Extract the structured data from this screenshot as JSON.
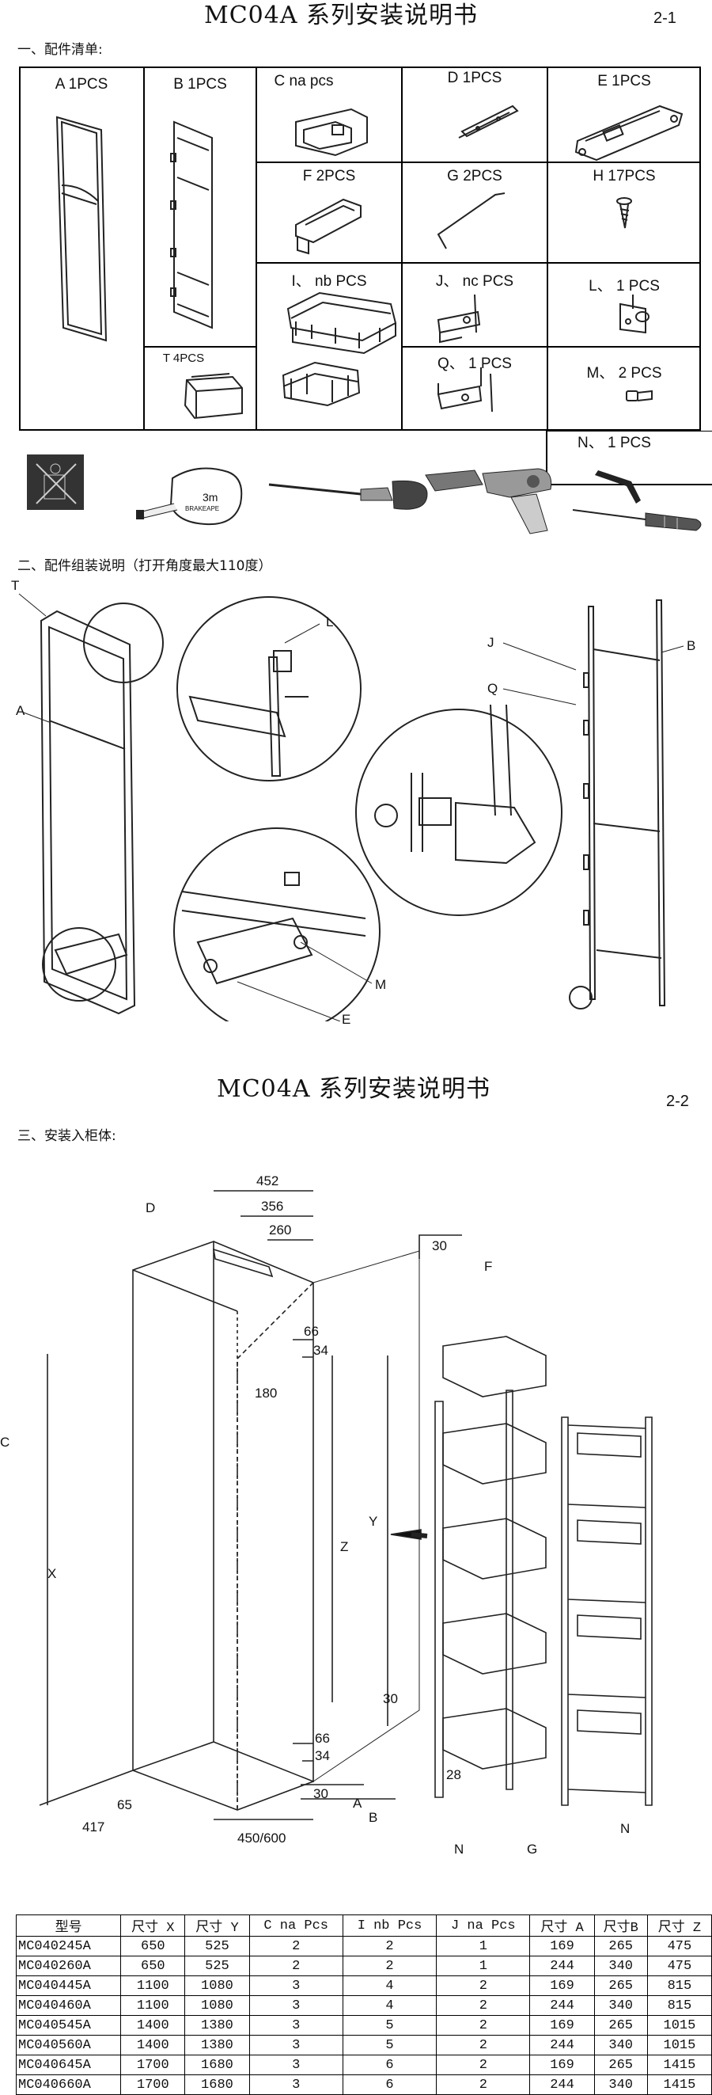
{
  "page1": {
    "title": "MC04A 系列安装说明书",
    "page_no": "2-1",
    "section1": "一、配件清单:",
    "parts": {
      "A": "A 1PCS",
      "B": "B 1PCS",
      "C": "C na pcs",
      "D": "D 1PCS",
      "E": "E 1PCS",
      "F": "F 2PCS",
      "G": "G 2PCS",
      "H": "H 17PCS",
      "I": "I、 nb PCS",
      "J": "J、 nc PCS",
      "L": "L、 1 PCS",
      "T": "T 4PCS",
      "Q": "Q、 1 PCS",
      "M": "M、 2 PCS",
      "N": "N、 1 PCS"
    },
    "tape_label": "3m",
    "tape_brand": "BRAKEAPE",
    "section2": "二、配件组装说明（打开角度最大110度）",
    "callouts": {
      "T": "T",
      "A": "A",
      "L": "L",
      "M": "M",
      "E": "E",
      "J": "J",
      "Q": "Q",
      "B": "B"
    }
  },
  "page2": {
    "title": "MC04A 系列安装说明书",
    "page_no": "2-2",
    "section3": "三、安装入柜体:",
    "dims": {
      "d452": "452",
      "d356": "356",
      "d260": "260",
      "d30a": "30",
      "d66a": "66",
      "d34a": "34",
      "d180": "180",
      "d66b": "66",
      "d34b": "34",
      "d30b": "30",
      "d30c": "30",
      "d28": "28",
      "d417": "417",
      "d65": "65",
      "d450": "450/600"
    },
    "labels": {
      "D": "D",
      "F": "F",
      "C": "C",
      "X": "X",
      "Y": "Y",
      "Z": "Z",
      "A": "A",
      "B": "B",
      "N1": "N",
      "G": "G",
      "N2": "N"
    }
  },
  "spec_table": {
    "headers": [
      "型号",
      "尺寸 X",
      "尺寸 Y",
      "C na Pcs",
      "I nb Pcs",
      "J na Pcs",
      "尺寸 A",
      "尺寸B",
      "尺寸 Z"
    ],
    "rows": [
      [
        "MC040245A",
        "650",
        "525",
        "2",
        "2",
        "1",
        "169",
        "265",
        "475"
      ],
      [
        "MC040260A",
        "650",
        "525",
        "2",
        "2",
        "1",
        "244",
        "340",
        "475"
      ],
      [
        "MC040445A",
        "1100",
        "1080",
        "3",
        "4",
        "2",
        "169",
        "265",
        "815"
      ],
      [
        "MC040460A",
        "1100",
        "1080",
        "3",
        "4",
        "2",
        "244",
        "340",
        "815"
      ],
      [
        "MC040545A",
        "1400",
        "1380",
        "3",
        "5",
        "2",
        "169",
        "265",
        "1015"
      ],
      [
        "MC040560A",
        "1400",
        "1380",
        "3",
        "5",
        "2",
        "244",
        "340",
        "1015"
      ],
      [
        "MC040645A",
        "1700",
        "1680",
        "3",
        "6",
        "2",
        "169",
        "265",
        "1415"
      ],
      [
        "MC040660A",
        "1700",
        "1680",
        "3",
        "6",
        "2",
        "244",
        "340",
        "1415"
      ]
    ]
  }
}
